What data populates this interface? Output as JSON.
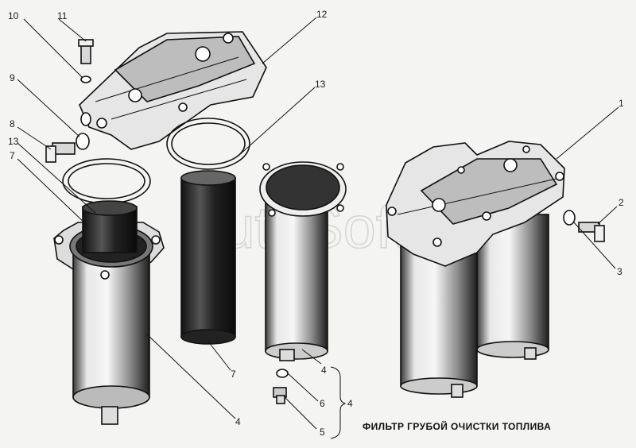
{
  "caption": "ФИЛЬТР ГРУБОЙ ОЧИСТКИ ТОПЛИВА",
  "watermark": "AutoSoft",
  "callouts": {
    "c1": "1",
    "c2": "2",
    "c3": "3",
    "c4a": "4",
    "c4b": "4",
    "c4c": "4",
    "c5": "5",
    "c6": "6",
    "c7a": "7",
    "c7b": "7",
    "c8": "8",
    "c9": "9",
    "c10": "10",
    "c11": "11",
    "c12": "12",
    "c13a": "13",
    "c13b": "13"
  }
}
